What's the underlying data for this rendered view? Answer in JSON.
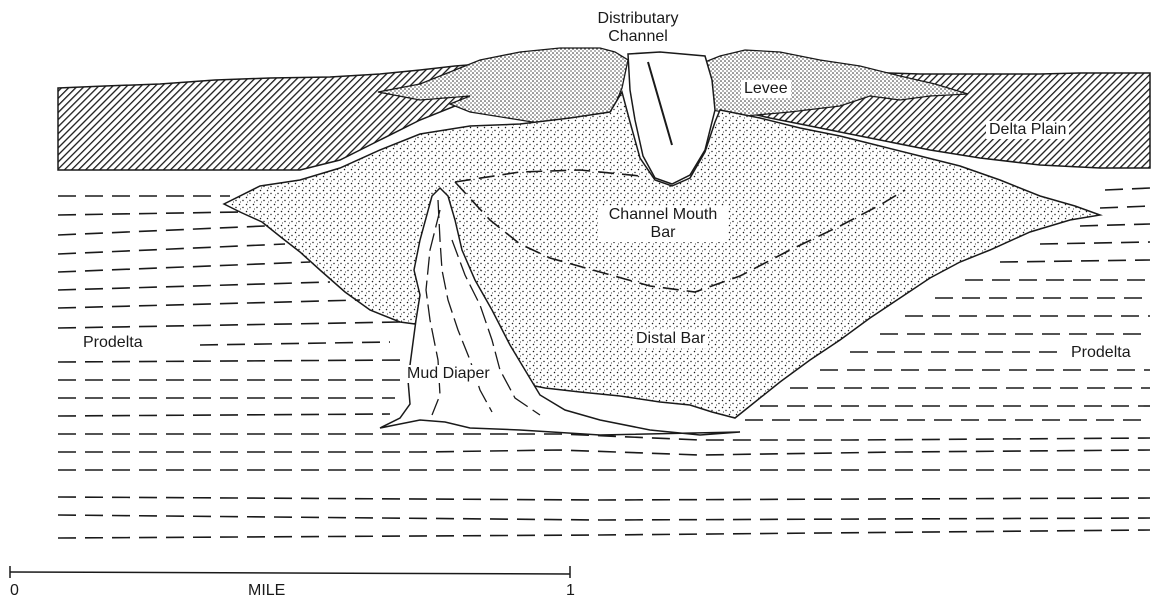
{
  "labels": {
    "distributary_channel": [
      "Distributary",
      "Channel"
    ],
    "levee": "Levee",
    "delta_plain": "Delta Plain",
    "channel_mouth_bar": [
      "Channel Mouth",
      "Bar"
    ],
    "distal_bar": "Distal Bar",
    "prodelta_left": "Prodelta",
    "prodelta_right": "Prodelta",
    "mud_diaper": "Mud Diaper"
  },
  "scale_bar": {
    "start": "0",
    "end": "1",
    "unit": "MILE"
  },
  "colors": {
    "ink": "#1a1a1a",
    "paper": "#ffffff"
  }
}
